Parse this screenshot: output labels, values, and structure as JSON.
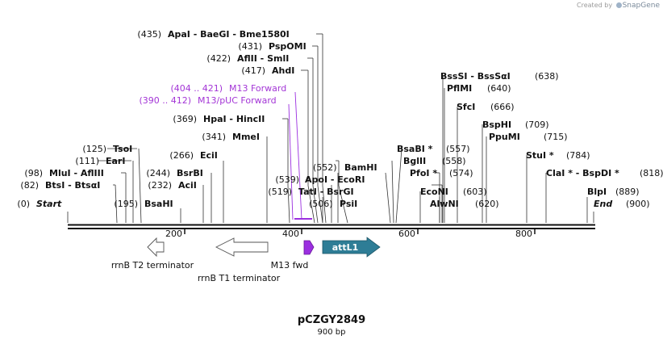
{
  "credit": {
    "prefix": "Created by",
    "brand": "SnapGene"
  },
  "plasmid": {
    "name": "pCZGY2849",
    "length_label": "900 bp"
  },
  "ruler": {
    "ticks": [
      "200",
      "400",
      "600",
      "800"
    ]
  },
  "sites": {
    "apai": {
      "pos": "(435)",
      "name": "ApaI  -  BaeGI  -  Bme1580I"
    },
    "pspomi": {
      "pos": "(431)",
      "name": "PspOMI"
    },
    "aflii": {
      "pos": "(422)",
      "name": "AflII  -  SmlI"
    },
    "ahdi": {
      "pos": "(417)",
      "name": "AhdI"
    },
    "hpai": {
      "pos": "(369)",
      "name": "HpaI  -  HincII"
    },
    "mmei": {
      "pos": "(341)",
      "name": "MmeI"
    },
    "tsoi": {
      "pos": "(125)",
      "name": "TsoI"
    },
    "eari": {
      "pos": "(111)",
      "name": "EarI"
    },
    "mlui": {
      "pos": "(98)",
      "name": "MluI  -  AflIII"
    },
    "btsi": {
      "pos": "(82)",
      "name": "BtsI  -  BtsαI"
    },
    "start": {
      "pos": "(0)",
      "name": "Start"
    },
    "eci": {
      "pos": "(266)",
      "name": "EciI"
    },
    "bsrbi": {
      "pos": "(244)",
      "name": "BsrBI"
    },
    "acii": {
      "pos": "(232)",
      "name": "AciI"
    },
    "bsahi": {
      "pos": "(195)",
      "name": "BsaHI"
    },
    "apoi": {
      "pos": "(539)",
      "name": "ApoI  -  EcoRI"
    },
    "tati": {
      "pos": "(519)",
      "name": "TatI  -  BsrGI"
    },
    "bamhi": {
      "pos": "(552)",
      "name": "BamHI"
    },
    "psii": {
      "pos": "(506)",
      "name": "PsiI"
    },
    "bsssi": {
      "pos": "(638)",
      "name": "BssSI  -  BssSαI"
    },
    "pflmi": {
      "pos": "(640)",
      "name": "PflMI"
    },
    "sfci": {
      "pos": "(666)",
      "name": "SfcI"
    },
    "bsabi": {
      "pos": "(557)",
      "name": "BsaBI *"
    },
    "bglii": {
      "pos": "(558)",
      "name": "BglII"
    },
    "pfoi": {
      "pos": "(574)",
      "name": "PfoI *"
    },
    "econi": {
      "pos": "(603)",
      "name": "EcoNI"
    },
    "alwni": {
      "pos": "(620)",
      "name": "AlwNI"
    },
    "bsphi": {
      "pos": "(709)",
      "name": "BspHI"
    },
    "ppumi": {
      "pos": "(715)",
      "name": "PpuMI"
    },
    "stui": {
      "pos": "(784)",
      "name": "StuI *"
    },
    "clai": {
      "pos": "(818)",
      "name": "ClaI *  -  BspDI *"
    },
    "blpi": {
      "pos": "(889)",
      "name": "BlpI"
    },
    "end": {
      "pos": "(900)",
      "name": "End"
    }
  },
  "primers": {
    "m13fwd": {
      "range": "(404 .. 421)",
      "name": "M13 Forward"
    },
    "m13puc": {
      "range": "(390 .. 412)",
      "name": "M13/pUC Forward"
    }
  },
  "features": {
    "rrnb_t2": "rrnB T2 terminator",
    "rrnb_t1": "rrnB T1 terminator",
    "m13_fwd": "M13 fwd",
    "attl1": "attL1"
  },
  "colors": {
    "primer": "#a335d6",
    "primer_bar": "#9b2fe0",
    "attl1": "#2e7d96",
    "m13_fwd": "#9b2fe0",
    "terminator": "#ffffff",
    "text": "#111111"
  }
}
